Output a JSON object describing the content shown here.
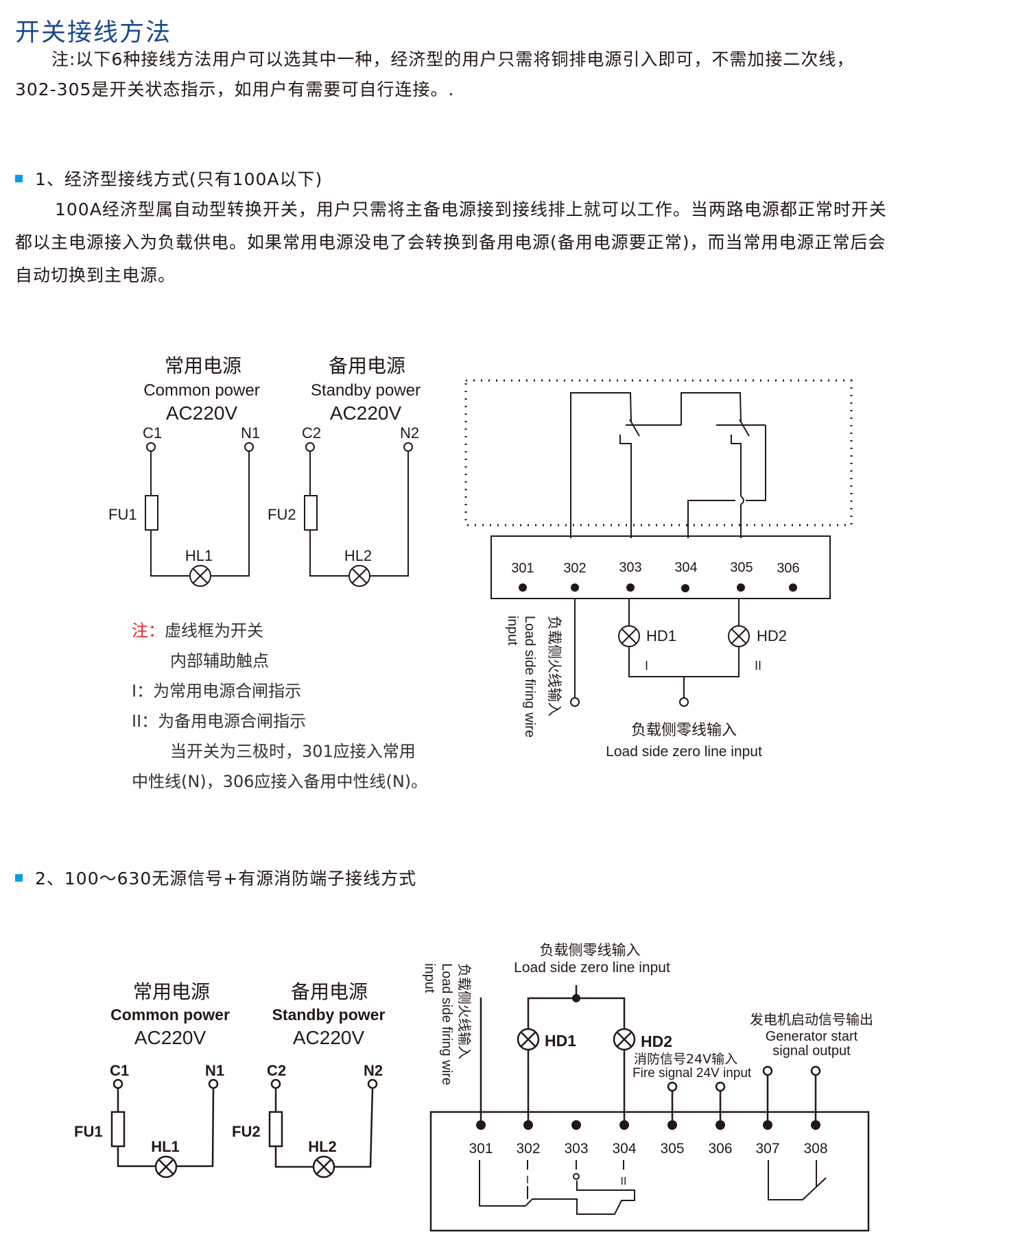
{
  "page": {
    "title": "开关接线方法",
    "intro_line1": "注:以下6种接线方法用户可以选其中一种，经济型的用户只需将铜排电源引入即可，不需加接二次线，",
    "intro_line2": "302-305是开关状态指示，如用户有需要可自行连接。.",
    "accent_color": "#0a9ee6",
    "title_color": "#1a4a8c"
  },
  "section1": {
    "heading": "1、经济型接线方式(只有100A以下)",
    "body_line1": "100A经济型属自动型转换开关，用户只需将主备电源接到接线排上就可以工作。当两路电源都正常时开关",
    "body_line2": "都以主电源接入为负载供电。如果常用电源没电了会转换到备用电源(备用电源要正常)，而当常用电源正常后会",
    "body_line3": "自动切换到主电源。",
    "diagram": {
      "common": {
        "cn": "常用电源",
        "en": "Common power",
        "voltage": "AC220V",
        "c": "C1",
        "n": "N1",
        "fuse": "FU1",
        "lamp": "HL1"
      },
      "standby": {
        "cn": "备用电源",
        "en": "Standby power",
        "voltage": "AC220V",
        "c": "C2",
        "n": "N2",
        "fuse": "FU2",
        "lamp": "HL2"
      },
      "terminals": [
        "301",
        "302",
        "303",
        "304",
        "305",
        "306"
      ],
      "hd1": "HD1",
      "hd2": "HD2",
      "mark1": "I",
      "mark2": "II",
      "fire_cn": "负载侧火线输入",
      "fire_en1": "Load side firing wire",
      "fire_en2": "input",
      "zero_cn": "负载侧零线输入",
      "zero_en": "Load side zero line input"
    },
    "notes": {
      "prefix": "注：",
      "line1": "虚线框为开关",
      "line2": "内部辅助触点",
      "line3": "I：为常用电源合闸指示",
      "line4": "II：为备用电源合闸指示",
      "line5": "当开关为三极时，301应接入常用",
      "line6": "中性线(N)，306应接入备用中性线(N)。"
    }
  },
  "section2": {
    "heading": "2、100～630无源信号+有源消防端子接线方式",
    "diagram": {
      "common": {
        "cn": "常用电源",
        "en": "Common power",
        "voltage": "AC220V",
        "c": "C1",
        "n": "N1",
        "fuse": "FU1",
        "lamp": "HL1"
      },
      "standby": {
        "cn": "备用电源",
        "en": "Standby power",
        "voltage": "AC220V",
        "c": "C2",
        "n": "N2",
        "fuse": "FU2",
        "lamp": "HL2"
      },
      "terminals": [
        "301",
        "302",
        "303",
        "304",
        "305",
        "306",
        "307",
        "308"
      ],
      "hd1": "HD1",
      "hd2": "HD2",
      "zero_cn": "负载侧零线输入",
      "zero_en": "Load side zero line input",
      "fire_cn": "负载侧火线输入",
      "fire_en1": "Load side firing wire",
      "fire_en2": "input",
      "firesig_cn": "消防信号24V输入",
      "firesig_en": "Fire signal 24V input",
      "gen_cn": "发电机启动信号输出",
      "gen_en1": "Generator start",
      "gen_en2": "signal output",
      "mark1": "I",
      "mark0": "O",
      "mark2": "II"
    }
  }
}
